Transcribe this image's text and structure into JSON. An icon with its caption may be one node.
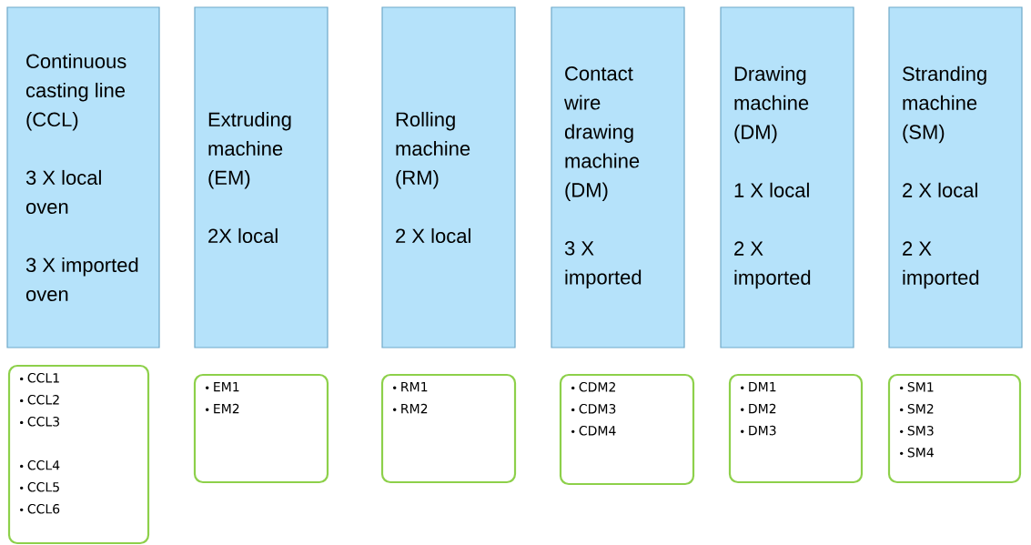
{
  "diagram": {
    "nodes": [
      {
        "text": [
          "Continuous casting line (CCL)",
          "3 X local oven",
          "3 X imported oven"
        ]
      },
      {
        "text": [
          "Extruding machine (EM)",
          "2X local"
        ]
      },
      {
        "text": [
          "Rolling machine (RM)",
          "2 X local"
        ]
      },
      {
        "text": [
          "Contact wire drawing machine (DM)",
          "3 X imported"
        ]
      },
      {
        "text": [
          "Drawing machine (DM)",
          "1 X local",
          "2 X imported"
        ]
      },
      {
        "text": [
          "Stranding machine (SM)",
          "2 X local",
          "2 X imported"
        ]
      },
      {
        "text": [
          "CCL1",
          "CCL2",
          "CCL3",
          "CCL4",
          "CCL5",
          "CCL6"
        ]
      },
      {
        "text": [
          "EM1",
          "EM2"
        ]
      },
      {
        "text": [
          "RM1",
          "RM2"
        ]
      },
      {
        "text": [
          "CDM2",
          "CDM3",
          "CDM4"
        ]
      },
      {
        "text": [
          "DM1",
          "DM2",
          "DM3"
        ]
      },
      {
        "text": [
          "SM1",
          "SM2",
          "SM3",
          "SM4"
        ]
      }
    ]
  }
}
